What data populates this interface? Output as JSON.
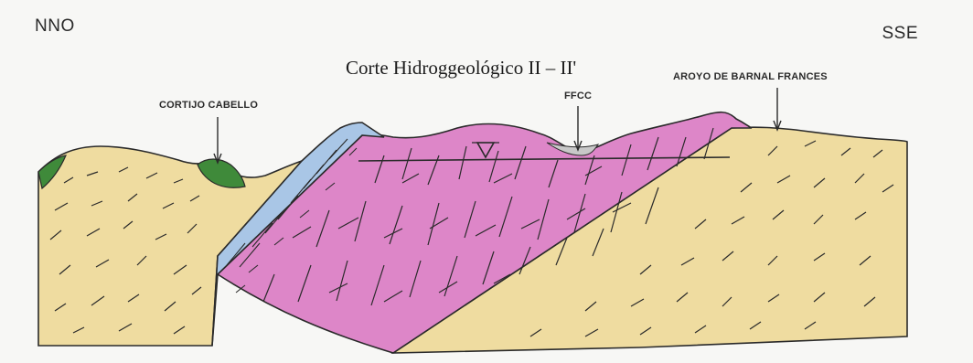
{
  "orientation": {
    "left": "NNO",
    "right": "SSE"
  },
  "title": "Corte Hidroggeológico II – II'",
  "labels": {
    "cortijo": "CORTIJO CABELLO",
    "ffcc": "FFCC",
    "arroyo": "AROYO DE BARNAL FRANCES"
  },
  "colors": {
    "sand": "#efdca0",
    "pink": "#dd86c8",
    "blue": "#a9c6e6",
    "green": "#3f8a3a",
    "line": "#2a2a2a"
  }
}
